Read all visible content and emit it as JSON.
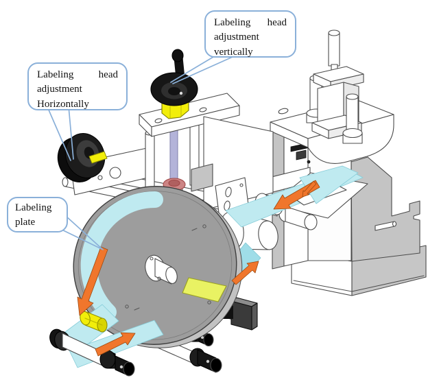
{
  "diagram": {
    "subject": "labeling-machine-isometric-diagram",
    "callouts": {
      "vertical": {
        "line1_left": "Labeling",
        "line1_right": "head",
        "line2": "adjustment",
        "line3": "vertically"
      },
      "horizontal": {
        "line1_left": "Labeling",
        "line1_right": "head",
        "line2": "adjustment",
        "line3": "Horizontally"
      },
      "plate": {
        "line1": "Labeling",
        "line2": "plate"
      }
    }
  },
  "colors": {
    "background": "#ffffff",
    "callout-border": "#8ab0d9",
    "callout-text": "#111111",
    "outline": "#4b4b4b",
    "side-gray": "#c6c6c6",
    "disc-gray": "#9d9d9d",
    "web-light": "#bfeaf0",
    "web-mid": "#9fdde8",
    "web-dark": "#5ab6c6",
    "arrow-orange": "#f0762c",
    "part-yellow": "#f2ee0a",
    "rod-lavender": "#b3b3d9",
    "collar-pink": "#cc8484",
    "dark-part": "#161616"
  }
}
